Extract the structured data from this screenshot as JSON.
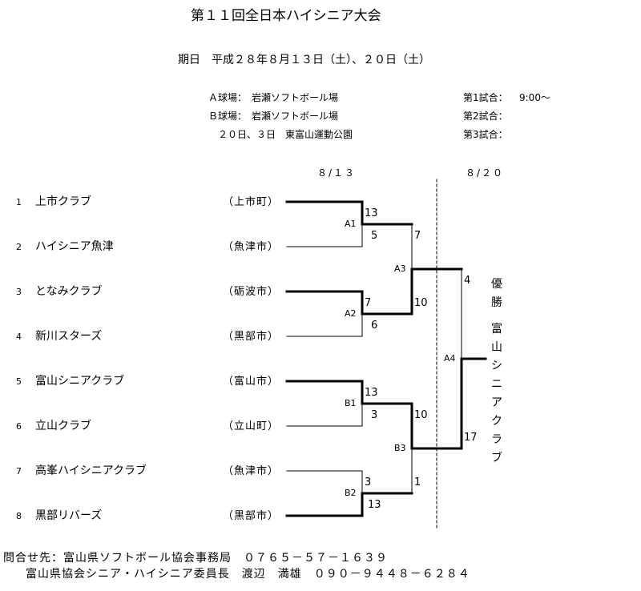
{
  "header": {
    "title": "第１１回全日本ハイシニア大会",
    "dates": "期日　平成２８年８月１３日（土）、２０日（土）"
  },
  "venues": [
    "Ａ球場：　岩瀬ソフトボール場",
    "Ｂ球場：　岩瀬ソフトボール場",
    "２０日、３日　東富山運動公園"
  ],
  "schedule": [
    {
      "label": "第1試合：",
      "time": "9:00～"
    },
    {
      "label": "第2試合：",
      "time": ""
    },
    {
      "label": "第3試合：",
      "time": ""
    }
  ],
  "round_dates": [
    "８/１３",
    "８/２０"
  ],
  "teams": [
    {
      "seed": "1",
      "name": "上市クラブ",
      "town": "（上市町）"
    },
    {
      "seed": "2",
      "name": "ハイシニア魚津",
      "town": "（魚津市）"
    },
    {
      "seed": "3",
      "name": "となみクラブ",
      "town": "（砺波市）"
    },
    {
      "seed": "4",
      "name": "新川スターズ",
      "town": "（黒部市）"
    },
    {
      "seed": "5",
      "name": "富山シニアクラブ",
      "town": "（富山市）"
    },
    {
      "seed": "6",
      "name": "立山クラブ",
      "town": "（立山町）"
    },
    {
      "seed": "7",
      "name": "高峯ハイシニアクラブ",
      "town": "（魚津市）"
    },
    {
      "seed": "8",
      "name": "黒部リバーズ",
      "town": "（黒部市）"
    }
  ],
  "matches": {
    "A1": {
      "label": "A1",
      "top": "13",
      "bottom": "5"
    },
    "A2": {
      "label": "A2",
      "top": "7",
      "bottom": "6"
    },
    "B1": {
      "label": "B1",
      "top": "13",
      "bottom": "3"
    },
    "B2": {
      "label": "B2",
      "top": "3",
      "bottom": "13"
    },
    "A3": {
      "label": "A3",
      "top": "7",
      "bottom": "10"
    },
    "B3": {
      "label": "B3",
      "top": "10",
      "bottom": "1"
    },
    "A4": {
      "label": "A4",
      "top": "4",
      "bottom": "17"
    }
  },
  "result": {
    "title": "優勝",
    "winner": "富山シニアクラブ"
  },
  "footer": {
    "line1": "問合せ先：富山県ソフトボール協会事務局　０７６５－５７－１６３９",
    "line2": "富山県協会シニア・ハイシニア委員長　渡辺　満雄　０９０－９４４８－６２８４"
  }
}
